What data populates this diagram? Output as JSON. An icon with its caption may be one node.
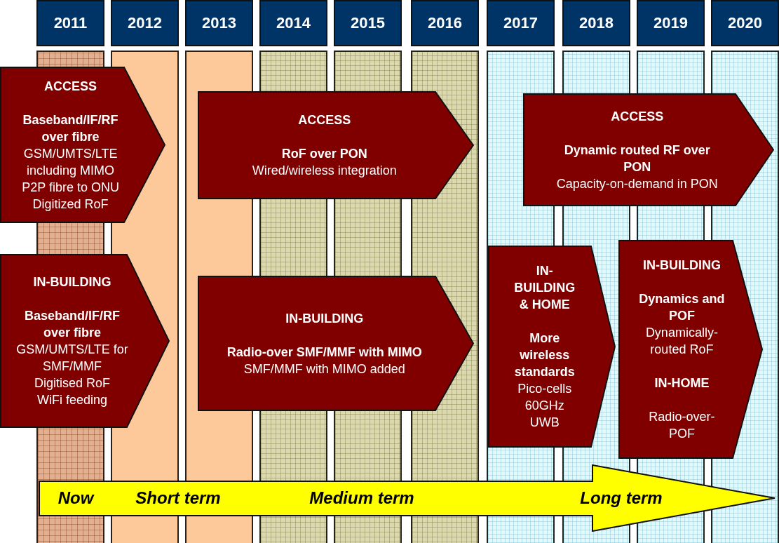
{
  "diagram": {
    "nodes": [
      {
        "text": [
          "2011"
        ]
      },
      {
        "text": [
          "2012"
        ]
      },
      {
        "text": [
          "2013"
        ]
      },
      {
        "text": [
          "2014"
        ]
      },
      {
        "text": [
          "2015"
        ]
      },
      {
        "text": [
          "2016"
        ]
      },
      {
        "text": [
          "2017"
        ]
      },
      {
        "text": [
          "2018"
        ]
      },
      {
        "text": [
          "2019"
        ]
      },
      {
        "text": [
          "2020"
        ]
      },
      {
        "text": [
          "ACCESS",
          "Baseband/IF/RF over fibre",
          "GSM/UMTS/LTE including MIMO",
          "P2P fibre to ONU",
          "Digitized RoF"
        ]
      },
      {
        "text": [
          "IN-BUILDING",
          "Baseband/IF/RF over fibre",
          "GSM/UMTS/LTE for SMF/MMF",
          "Digitised RoF",
          "WiFi feeding"
        ]
      },
      {
        "text": [
          "ACCESS",
          "RoF over PON",
          "Wired/wireless integration"
        ]
      },
      {
        "text": [
          "IN-BUILDING",
          "Radio-over SMF/MMF with MIMO",
          "SMF/MMF with MIMO added"
        ]
      },
      {
        "text": [
          "ACCESS",
          "Dynamic routed RF over PON",
          "Capacity-on-demand in PON"
        ]
      },
      {
        "text": [
          "IN-BUILDING & HOME",
          "More wireless standards",
          "Pico-cells",
          "60GHz",
          "UWB"
        ]
      },
      {
        "text": [
          "IN-BUILDING",
          "Dynamics and POF",
          "Dynamically-routed RoF",
          "IN-HOME",
          "Radio-over-POF"
        ]
      },
      {
        "text": [
          "Now",
          "Short term",
          "Medium term",
          "Long term"
        ]
      }
    ]
  }
}
